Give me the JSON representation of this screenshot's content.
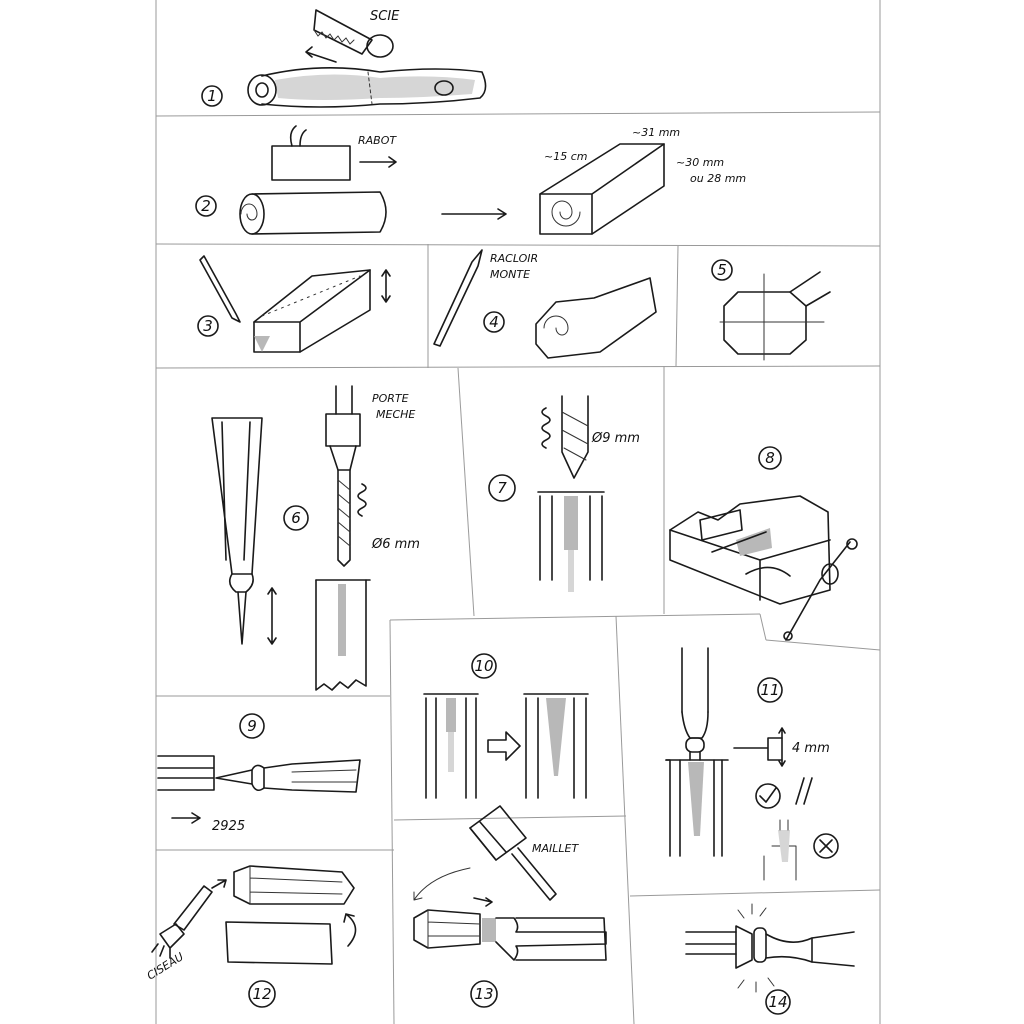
{
  "steps": [
    {
      "number": "1",
      "labels": [
        "SCIE"
      ]
    },
    {
      "number": "2",
      "labels": [
        "RABOT",
        "~15 cm",
        "~31 mm",
        "~30 mm",
        "ou 28 mm"
      ]
    },
    {
      "number": "3",
      "labels": []
    },
    {
      "number": "4",
      "labels": [
        "RACLOIR",
        "MONTE"
      ]
    },
    {
      "number": "5",
      "labels": []
    },
    {
      "number": "6",
      "labels": [
        "PORTE",
        "MECHE",
        "Ø6 mm"
      ]
    },
    {
      "number": "7",
      "labels": [
        "Ø9 mm"
      ]
    },
    {
      "number": "8",
      "labels": []
    },
    {
      "number": "9",
      "labels": [
        "2925"
      ]
    },
    {
      "number": "10",
      "labels": []
    },
    {
      "number": "11",
      "labels": [
        "4 mm"
      ]
    },
    {
      "number": "12",
      "labels": [
        "CISEAU"
      ]
    },
    {
      "number": "13",
      "labels": [
        "MAILLET"
      ]
    },
    {
      "number": "14",
      "labels": []
    }
  ],
  "icons": [
    "saw-icon",
    "log-icon",
    "plane-icon",
    "pencil-icon",
    "scraper-icon",
    "chisel-icon",
    "drill-bit-icon",
    "vise-icon",
    "mallet-icon",
    "check-icon",
    "cross-icon"
  ]
}
